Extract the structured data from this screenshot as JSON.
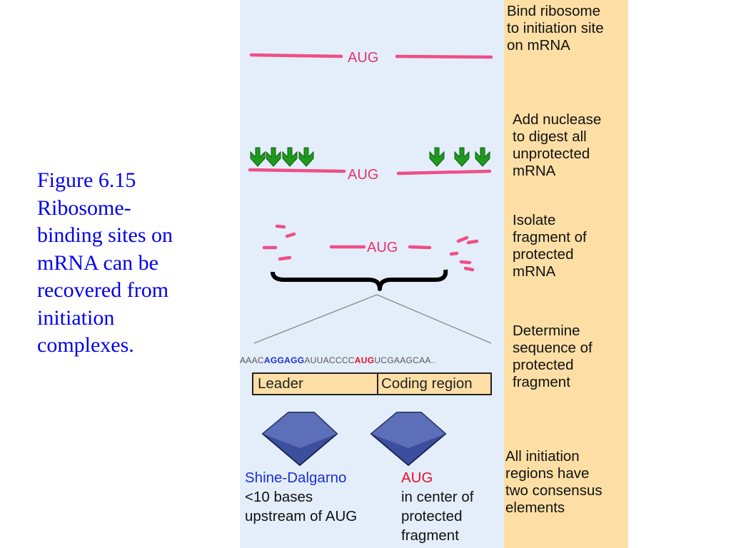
{
  "caption": {
    "lines": [
      "Figure 6.15",
      "Ribosome-",
      "binding sites on",
      "mRNA can be",
      "recovered from",
      "initiation",
      "complexes."
    ]
  },
  "diagram": {
    "aug_label": "AUG",
    "sequence": {
      "part1": "AAAC",
      "shine_dalgarno": "AGGAGG",
      "part2": "AUUACCCC",
      "start_codon": "AUG",
      "part3": "UCGAAGCAA.."
    },
    "segments": {
      "leader": "Leader",
      "coding": "Coding region"
    },
    "elements": {
      "shine_dalgarno": {
        "title": "Shine-Dalgarno",
        "lines": [
          "<10 bases",
          "upstream of AUG"
        ]
      },
      "aug": {
        "title": "AUG",
        "lines": [
          "in center of",
          "protected",
          "fragment"
        ]
      }
    }
  },
  "steps": [
    {
      "lines": [
        "Bind ribosome",
        "to initiation site",
        "on mRNA"
      ]
    },
    {
      "lines": [
        "Add nuclease",
        "to digest all",
        "unprotected",
        "mRNA"
      ]
    },
    {
      "lines": [
        "Isolate",
        "fragment of",
        "protected",
        "mRNA"
      ]
    },
    {
      "lines": [
        "Determine",
        "sequence of",
        "protected",
        "fragment"
      ]
    },
    {
      "lines": [
        "All initiation",
        "regions have",
        "two consensus",
        "elements"
      ]
    }
  ],
  "colors": {
    "mrna": "#ef4f86",
    "nuclease_arrow": "#1f9a1f",
    "big_arrow": "#3c4f9e",
    "left_panel": "#e3eefa",
    "right_panel": "#fddfa6",
    "caption": "#0000ee"
  }
}
